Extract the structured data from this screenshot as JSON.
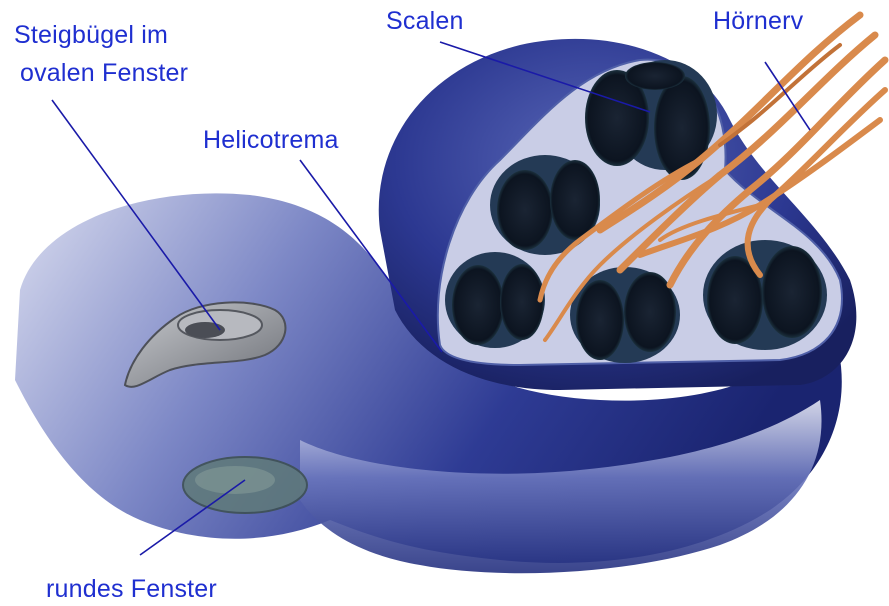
{
  "labels": {
    "stapes_line1": "Steigbügel im",
    "stapes_line2": "ovalen Fenster",
    "scalen": "Scalen",
    "hoernerv": "Hörnerv",
    "helicotrema": "Helicotrema",
    "round_window": "rundes Fenster"
  },
  "colors": {
    "label_text": "#1f2fd0",
    "leader_line": "#1a1aa8",
    "cochlea_dark": "#1e2a7a",
    "cochlea_mid": "#3f4fa8",
    "cochlea_light": "#c9cde6",
    "nerve": "#d98a4c",
    "duct_dark": "#0f1a2a",
    "window_gray": "#8a8d94",
    "round_window_teal": "#5f7a78"
  }
}
